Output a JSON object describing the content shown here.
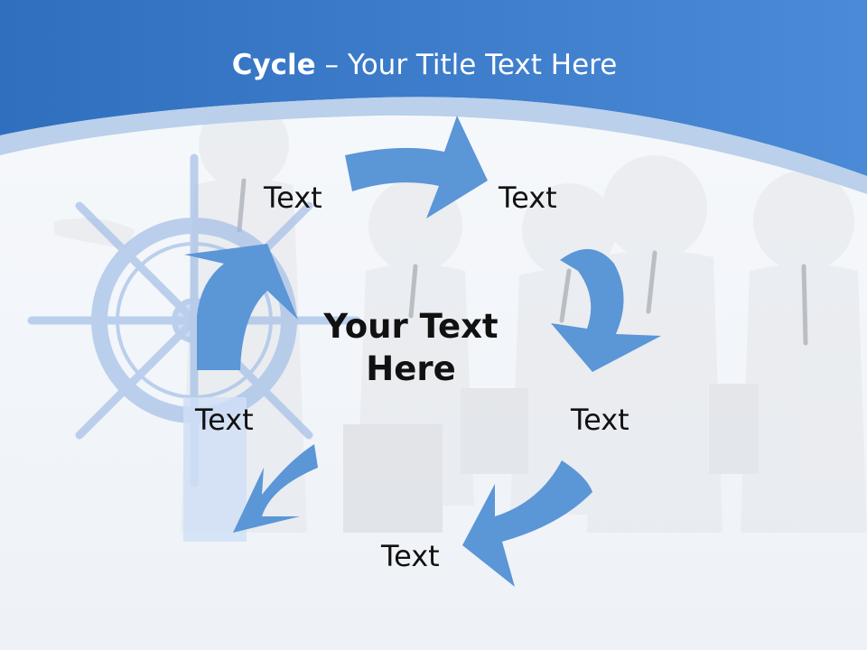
{
  "slide": {
    "title_bold": "Cycle",
    "title_rest": " – Your Title Text Here",
    "center_text_line1": "Your Text",
    "center_text_line2": "Here",
    "labels": [
      "Text",
      "Text",
      "Text",
      "Text",
      "Text"
    ]
  },
  "colors": {
    "header": "#3a79c2",
    "header_band": "#9cbbe3",
    "arrow": "#5b96d7",
    "background": "#f4f7fb"
  },
  "icons": [
    "ship-wheel-icon",
    "business-people-figures"
  ]
}
